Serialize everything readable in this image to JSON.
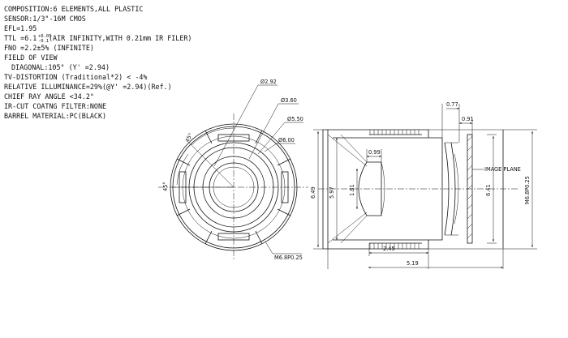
{
  "specs": {
    "composition": "COMPOSITION:6 ELEMENTS,ALL PLASTIC",
    "sensor": "SENSOR:1/3\"-16M CMOS",
    "efl": "EFL=1.95",
    "ttl_main": "TTL =6.1",
    "ttl_sup": "+0.05",
    "ttl_sub": "-0.1",
    "ttl_tail": "(AIR INFINITY,WITH 0.21mm IR FILER)",
    "fno": "FNO =2.2±5% (INFINITE)",
    "fov": "FIELD OF VIEW",
    "diagonal": "DIAGONAL:105° (Y' =2.94)",
    "tv_distortion": "TV-DISTORTION (Traditional*2) < -4%",
    "illuminance": "RELATIVE ILLUMINANCE=29%(@Y' =2.94)(Ref.)",
    "cra": "CHIEF RAY ANGLE <34.2°",
    "ircut": "IR-CUT COATNG FILTER:NONE",
    "barrel": "BARREL MATERIAL:PC(BLACK)"
  },
  "front_view": {
    "d1": "Ø2.92",
    "d2": "Ø3.60",
    "d3": "Ø5.50",
    "d4": "Ø6.00",
    "angle_top": "45°",
    "angle_left": "45°",
    "thread": "M6.8P0.25"
  },
  "side_view": {
    "top_a": "0.77",
    "top_b": "0.91",
    "lens_sag": "0.99",
    "dim_649": "6.49",
    "dim_597": "5.97",
    "dim_181": "1.81",
    "dim_641": "6.41",
    "thread": "M6.8P0.25",
    "image_plane": "IMAGE PLANE",
    "dim_245": "2.45",
    "dim_519": "5.19"
  }
}
